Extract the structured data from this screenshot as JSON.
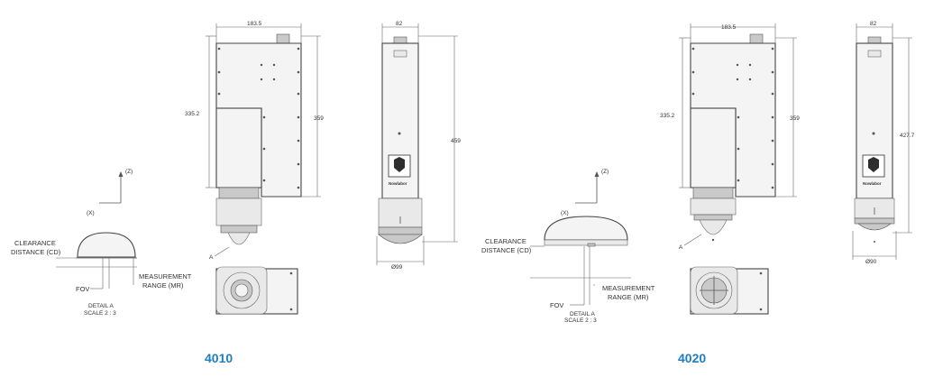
{
  "models": [
    "4010",
    "4020"
  ],
  "dims": {
    "m4010_front_width": "183.5",
    "m4010_front_h1": "335.2",
    "m4010_front_h2": "359",
    "m4010_side_width": "82",
    "m4010_side_height": "459",
    "m4010_side_diam": "Ø99",
    "m4020_front_width": "183.5",
    "m4020_front_h1": "335.2",
    "m4020_front_h2": "359",
    "m4020_side_width": "82",
    "m4020_side_height": "427.7",
    "m4020_side_diam": "Ø90"
  },
  "axes": {
    "z": "(Z)",
    "x": "(X)"
  },
  "labels": {
    "clearance_1": "CLEARANCE",
    "clearance_2": "DISTANCE (CD)",
    "measurement_1": "MEASUREMENT",
    "measurement_2": "RANGE (MR)",
    "fov": "FOV",
    "detail_1": "DETAIL A",
    "detail_2": "SCALE 2 : 3",
    "detail_callout": "A",
    "badge_text": "Nowlabor"
  },
  "colors": {
    "accent": "#1f7dc2",
    "line": "#444444"
  }
}
